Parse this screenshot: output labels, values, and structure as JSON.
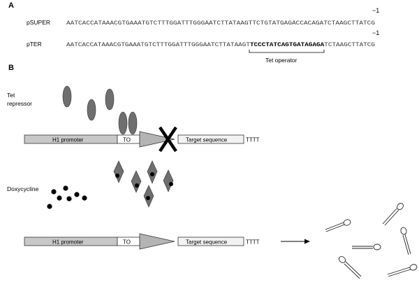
{
  "panel_a": {
    "label": "A",
    "rows": [
      {
        "name": "pSUPER",
        "seq_before": "AATCACCATAAACGTGAAATGTCTTTGGATTTGGGAATCTTATAAGT",
        "seq_bold": "",
        "seq_after": "TCTGTATGAGACCACAGATCTAAGCTTATCG",
        "marker": "−1"
      },
      {
        "name": "pTER",
        "seq_before": "AATCACCATAAACGTGAAATGTCTTTGGATTTGGGAATCTTATAAGT",
        "seq_bold": "TCCCTATCAGTGATAGAGA",
        "seq_after": "TCTAAGCTTATCG",
        "marker": "−1"
      }
    ],
    "bracket_label": "Tet operator"
  },
  "panel_b": {
    "label": "B",
    "repressor_label_1": "Tet",
    "repressor_label_2": "repressor",
    "doxycycline_label": "Doxycycline",
    "construct_top": {
      "promoter": "H1 promoter",
      "operator": "TO",
      "target": "Target sequence",
      "terminator": "TTTT"
    },
    "construct_bottom": {
      "promoter": "H1 promoter",
      "operator": "TO",
      "target": "Target sequence",
      "terminator": "TTTT"
    },
    "colors": {
      "repressor_fill": "#6f6f6f",
      "promoter_fill": "#c8c8c8",
      "arrow_fill": "#b4b4b4",
      "target_fill": "#f2f2f2",
      "block_mark": "#000000"
    }
  }
}
